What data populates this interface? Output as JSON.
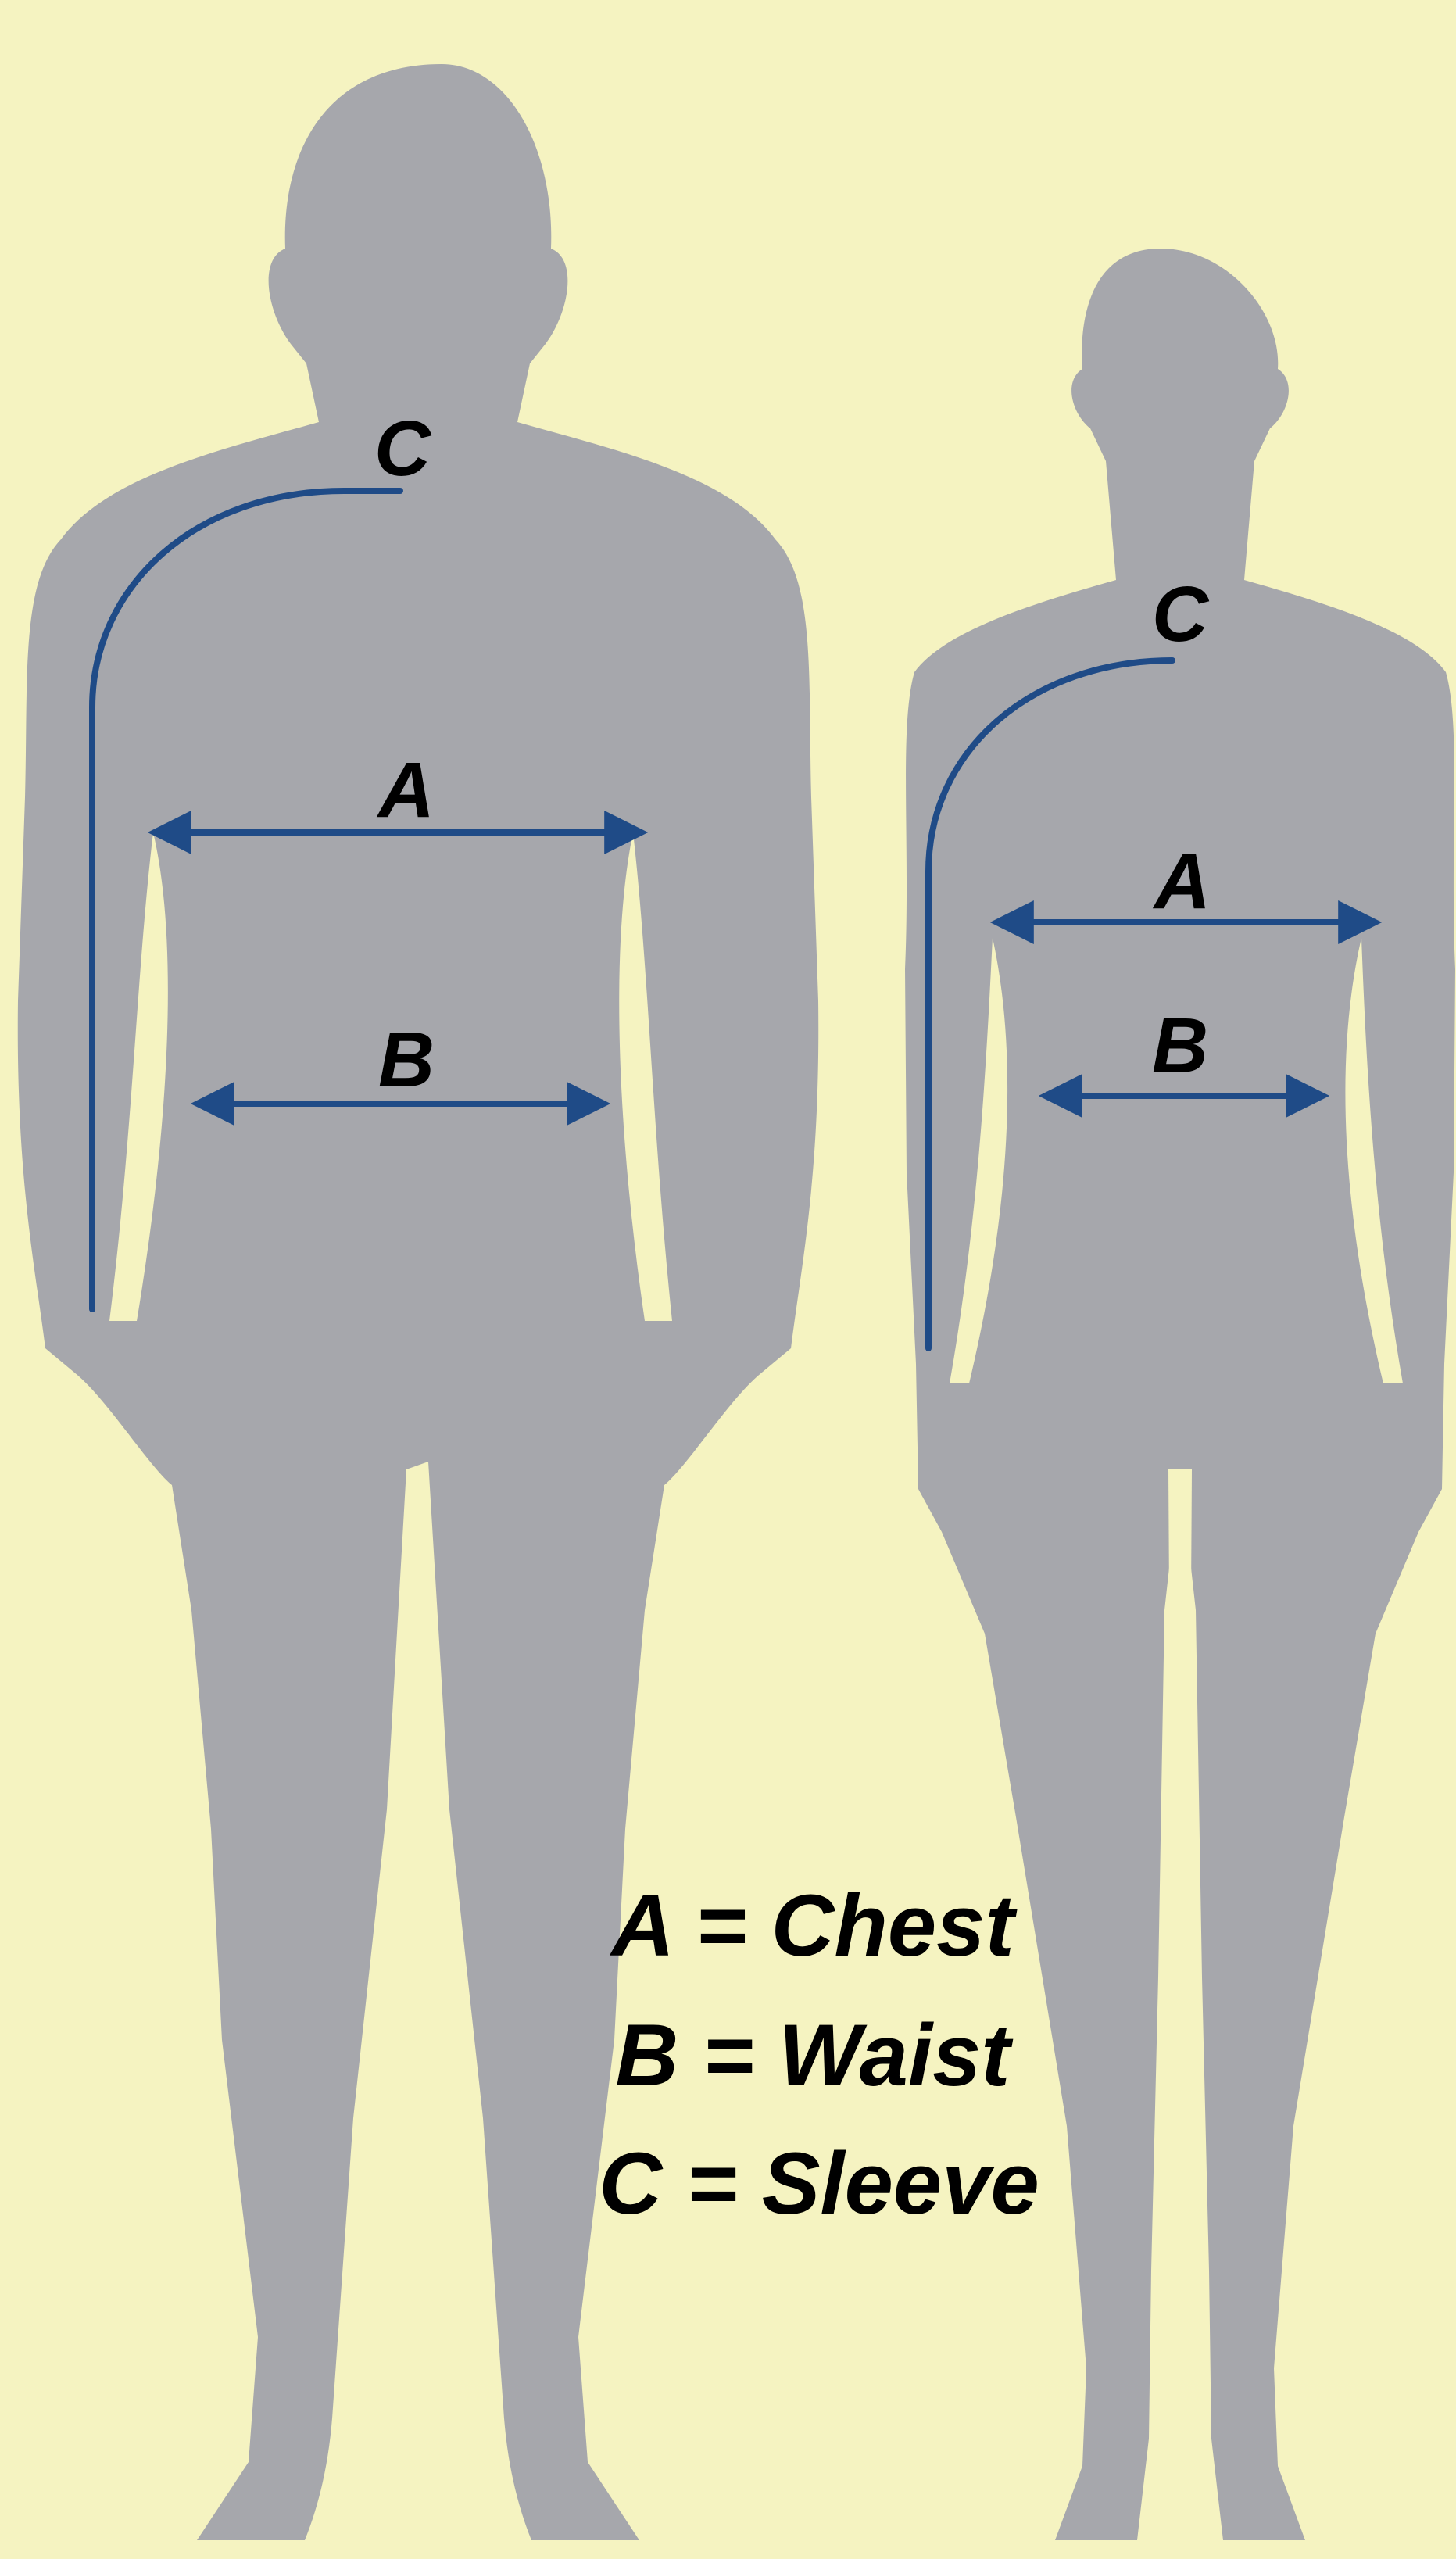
{
  "colors": {
    "background": "#f5f3c1",
    "silhouette": "#a6a7ac",
    "measure_line": "#1f4b87",
    "text": "#000000"
  },
  "man": {
    "label_a": "A",
    "label_b": "B",
    "label_c": "C"
  },
  "woman": {
    "label_a": "A",
    "label_b": "B",
    "label_c": "C"
  },
  "legend": {
    "line_1": "A = Chest",
    "line_2": "B = Waist",
    "line_3": "C = Sleeve"
  }
}
